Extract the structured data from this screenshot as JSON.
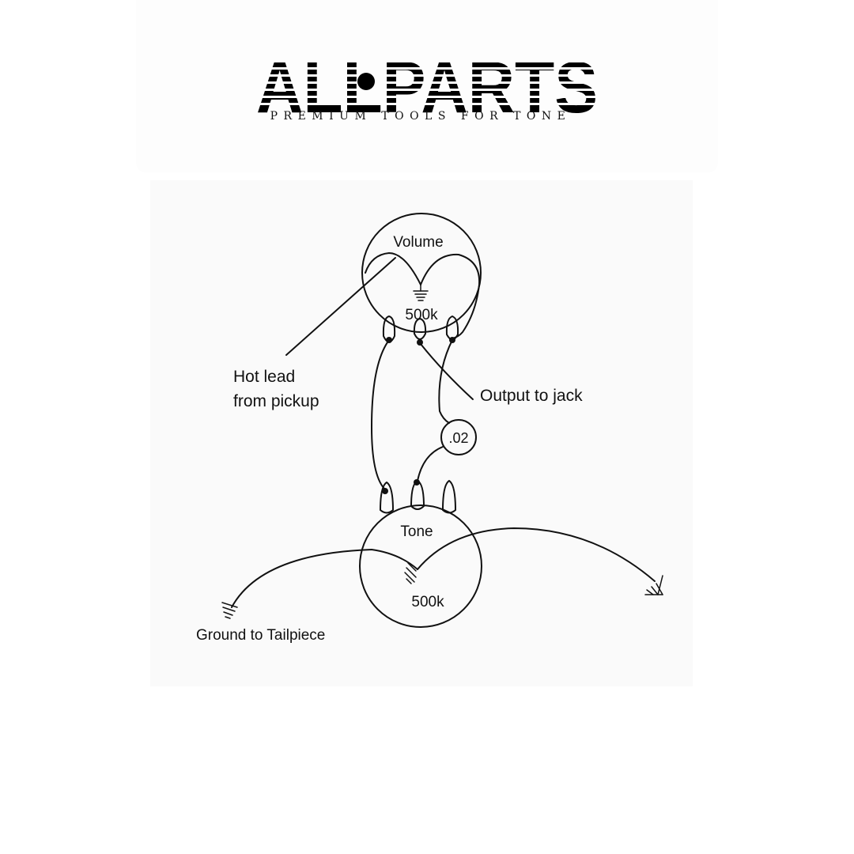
{
  "brand": {
    "logo_text": "ALLPARTS",
    "tagline": "PREMIUM TOOLS FOR TONE"
  },
  "diagram": {
    "volume_label": "Volume",
    "volume_value": "500k",
    "tone_label": "Tone",
    "tone_value": "500k",
    "capacitor_value": ".02",
    "hot_lead_line1": "Hot lead",
    "hot_lead_line2": "from pickup",
    "output_label": "Output to jack",
    "ground_label": "Ground to Tailpiece"
  },
  "colors": {
    "ink": "#111111",
    "background": "#ffffff"
  }
}
